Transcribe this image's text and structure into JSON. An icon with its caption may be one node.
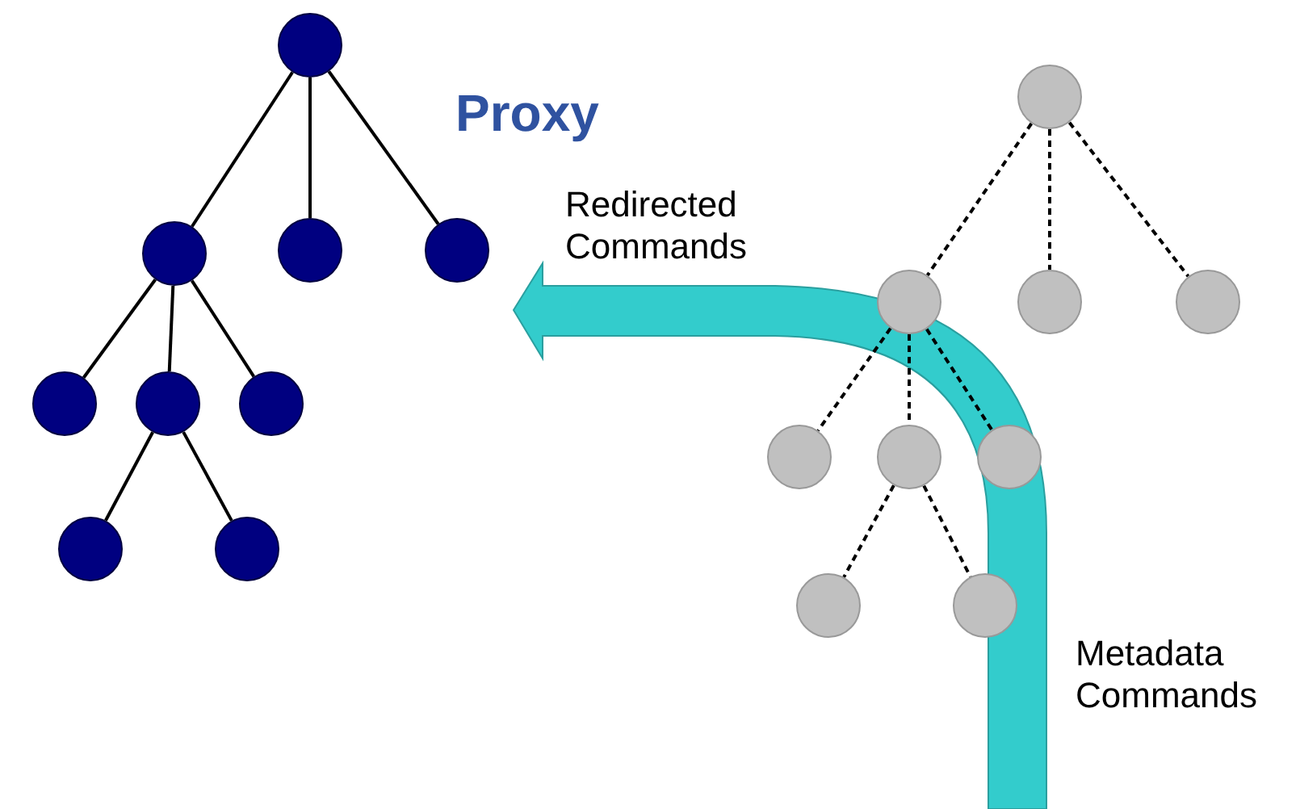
{
  "diagram": {
    "nodes": [
      {
        "text": [],
        "shape": "circle"
      },
      {
        "text": [],
        "shape": "circle"
      },
      {
        "text": [],
        "shape": "circle"
      },
      {
        "text": [],
        "shape": "circle"
      },
      {
        "text": [],
        "shape": "circle"
      },
      {
        "text": [],
        "shape": "circle"
      },
      {
        "text": [],
        "shape": "circle"
      },
      {
        "text": [],
        "shape": "circle"
      },
      {
        "text": [],
        "shape": "circle"
      },
      {
        "text": [],
        "shape": "circle"
      },
      {
        "text": [],
        "shape": "circle"
      },
      {
        "text": [],
        "shape": "circle"
      },
      {
        "text": [],
        "shape": "circle"
      },
      {
        "text": [],
        "shape": "circle"
      },
      {
        "text": [],
        "shape": "circle"
      },
      {
        "text": [],
        "shape": "circle"
      },
      {
        "text": [],
        "shape": "circle"
      },
      {
        "text": [],
        "shape": "circle"
      }
    ],
    "edges": [
      {
        "from": 0,
        "to": 1,
        "arrow": "none"
      },
      {
        "from": 0,
        "to": 2,
        "arrow": "none"
      },
      {
        "from": 0,
        "to": 3,
        "arrow": "none"
      },
      {
        "from": 1,
        "to": 4,
        "arrow": "none"
      },
      {
        "from": 1,
        "to": 5,
        "arrow": "none"
      },
      {
        "from": 1,
        "to": 6,
        "arrow": "none"
      },
      {
        "from": 5,
        "to": 7,
        "arrow": "none"
      },
      {
        "from": 5,
        "to": 8,
        "arrow": "none"
      },
      {
        "from": 9,
        "to": 10,
        "arrow": "none",
        "style": "dashed"
      },
      {
        "from": 9,
        "to": 11,
        "arrow": "none",
        "style": "dashed"
      },
      {
        "from": 9,
        "to": 12,
        "arrow": "none",
        "style": "dashed"
      },
      {
        "from": 10,
        "to": 13,
        "arrow": "none",
        "style": "dashed"
      },
      {
        "from": 10,
        "to": 14,
        "arrow": "none",
        "style": "dashed"
      },
      {
        "from": 10,
        "to": 15,
        "arrow": "none",
        "style": "dashed"
      },
      {
        "from": 14,
        "to": 16,
        "arrow": "none",
        "style": "dashed"
      },
      {
        "from": 14,
        "to": 17,
        "arrow": "none",
        "style": "dashed"
      }
    ],
    "labels": [
      "Proxy",
      "Redirected Commands",
      "Metadata Commands"
    ]
  }
}
